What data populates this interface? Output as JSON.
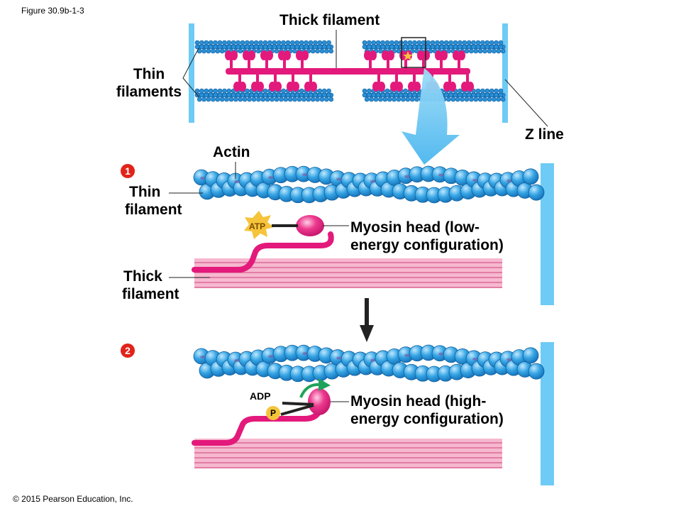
{
  "figure_id": "Figure 30.9b-1-3",
  "copyright": "© 2015 Pearson Education, Inc.",
  "top_panel": {
    "thick_filament_label": "Thick filament",
    "thin_filaments_label": [
      "Thin",
      "filaments"
    ],
    "z_line_label": "Z line"
  },
  "step1": {
    "number": "1",
    "actin_label": "Actin",
    "thin_filament_label": [
      "Thin",
      "filament"
    ],
    "thick_filament_label": [
      "Thick",
      "filament"
    ],
    "atp_label": "ATP",
    "myosin_label": [
      "Myosin head (low-",
      "energy configuration)"
    ]
  },
  "step2": {
    "number": "2",
    "adp_label": "ADP",
    "p_label": "P",
    "myosin_label": [
      "Myosin head (high-",
      "energy configuration)"
    ]
  },
  "colors": {
    "actin_bead": "#2e9fe0",
    "z_line": "#6ecbf5",
    "myosin": "#e3197b",
    "thick_stripes": "#f6b8cf",
    "step_badge": "#e2231a",
    "atp_star": "#f5c43b"
  }
}
